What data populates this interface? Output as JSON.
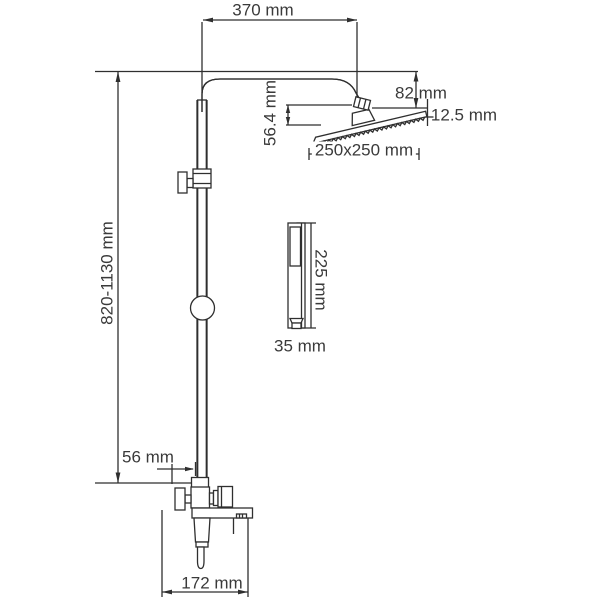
{
  "meta": {
    "title": "Shower column technical drawing"
  },
  "labels": {
    "top_width": "370 mm",
    "arm_drop": "82 mm",
    "head_thickness": "12.5 mm",
    "head_slope_height": "56.4 mm",
    "head_size": "250x250 mm",
    "column_height_range": "820-1130 mm",
    "handshower_length": "225 mm",
    "handshower_width": "35 mm",
    "wall_offset": "56 mm",
    "mixer_width": "172 mm"
  },
  "colors": {
    "line": "#2f2f2f",
    "text": "#3a3a3a",
    "background": "#ffffff"
  }
}
